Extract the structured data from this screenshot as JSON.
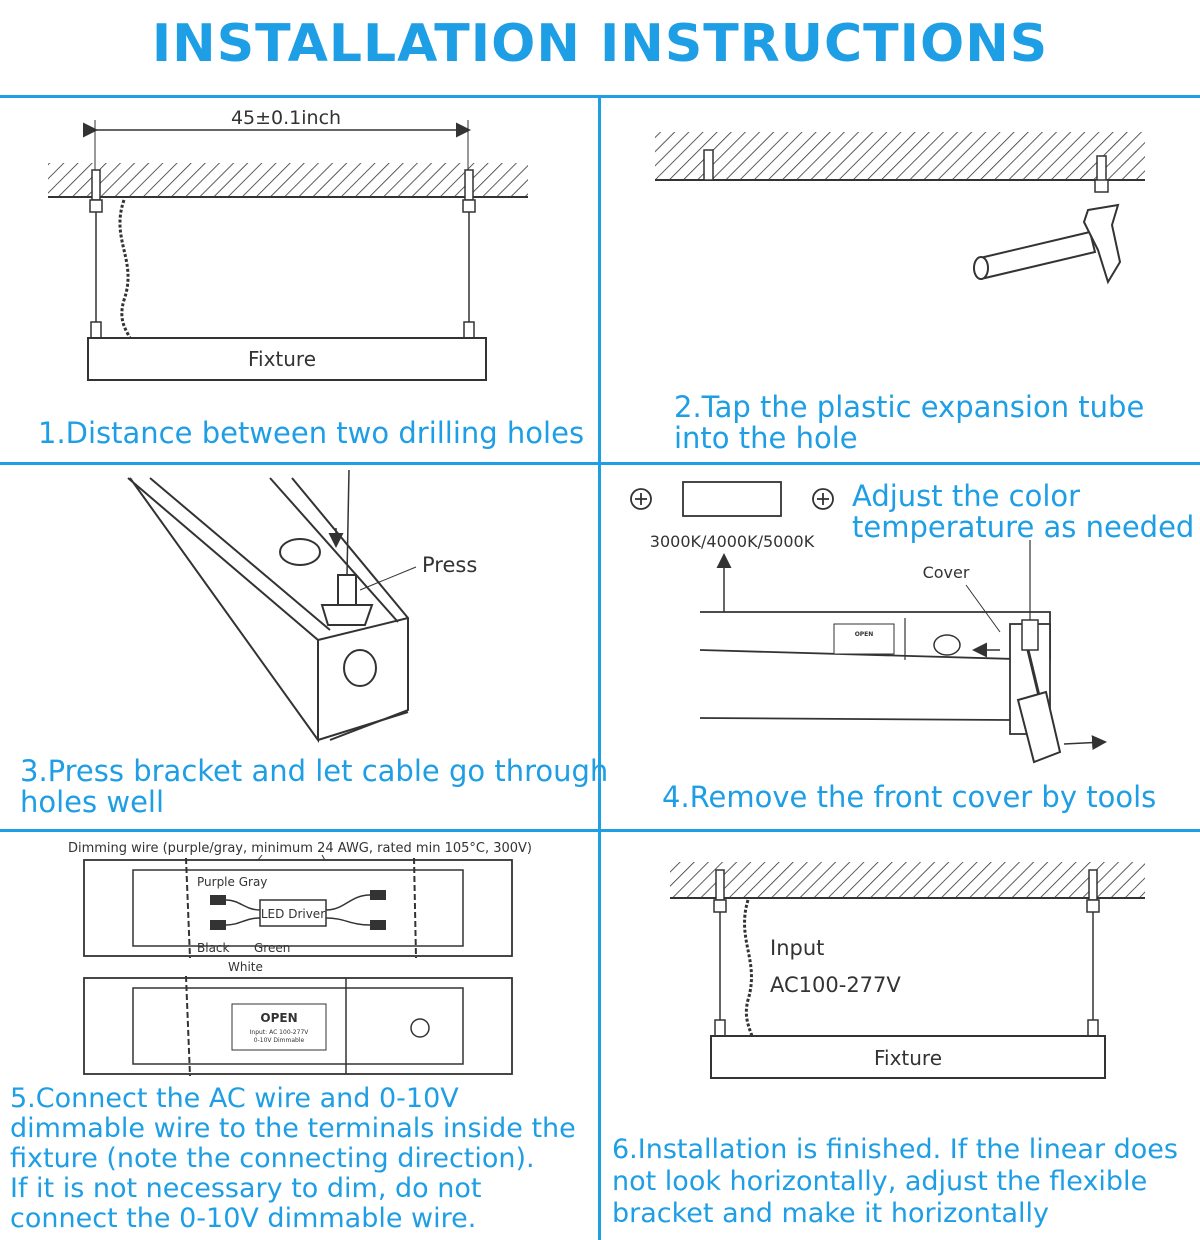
{
  "title": "INSTALLATION INSTRUCTIONS",
  "steps": [
    {
      "caption": "1.Distance between two drilling holes",
      "dimension": "45±0.1inch",
      "fixture_label": "Fixture"
    },
    {
      "caption_lines": [
        "2.Tap the plastic expansion tube",
        "into the hole"
      ]
    },
    {
      "caption_lines": [
        "3.Press bracket and let cable go through",
        "holes well"
      ],
      "press_label": "Press"
    },
    {
      "caption": "4.Remove the front cover by tools",
      "color_temp_lines": [
        "Adjust the color",
        "temperature as needed"
      ],
      "cct_label": "3000K/4000K/5000K",
      "cover_label": "Cover",
      "open_label": "OPEN"
    },
    {
      "caption_lines": [
        "5.Connect the AC wire and 0-10V",
        "dimmable wire to the terminals inside the",
        "fixture (note the connecting direction).",
        "If it is not necessary to dim, do not",
        "connect the 0-10V dimmable wire."
      ],
      "dimming_note": "Dimming wire (purple/gray, minimum 24 AWG, rated min 105°C, 300V)",
      "purple_gray": "Purple Gray",
      "driver_label": "LED Driver",
      "black_label": "Black",
      "green_label": "Green",
      "white_label": "White",
      "open_label": "OPEN",
      "open_input": "Input: AC 100-277V",
      "open_dimmable": "0-10V Dimmable"
    },
    {
      "caption_lines": [
        "6.Installation is finished. If the linear does",
        "not look horizontally, adjust the flexible",
        "bracket and make it horizontally"
      ],
      "input_label": "Input",
      "voltage_label": "AC100-277V",
      "fixture_label": "Fixture"
    }
  ],
  "colors": {
    "accent": "#1e9ee4",
    "line": "#333333"
  }
}
